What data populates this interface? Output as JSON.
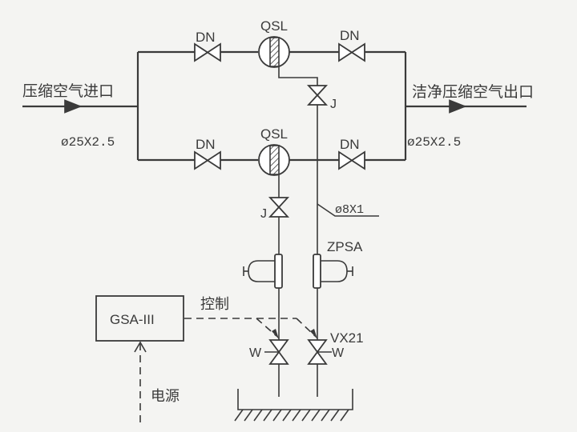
{
  "diagram": {
    "inlet": {
      "label": "压缩空气进口",
      "pipe_spec": "ø25X2.5"
    },
    "outlet": {
      "label": "洁净压缩空气出口",
      "pipe_spec": "ø25X2.5"
    },
    "top_branch": {
      "inlet_valve": "DN",
      "separator": "QSL",
      "outlet_valve": "DN"
    },
    "bottom_branch": {
      "inlet_valve": "DN",
      "separator": "QSL",
      "outlet_valve": "DN"
    },
    "drain_valve_top": "J",
    "drain_valve_bottom": "J",
    "drain_pipe_spec": "ø8X1",
    "drain_trap": "ZPSA",
    "solenoid_valve": "VX21",
    "solenoid_left_mark": "W",
    "solenoid_right_mark": "W",
    "controller": "GSA-III",
    "control_label": "控制",
    "power_label": "电源",
    "colors": {
      "line": "#3a3a3a",
      "background": "#f4f4f2"
    }
  }
}
